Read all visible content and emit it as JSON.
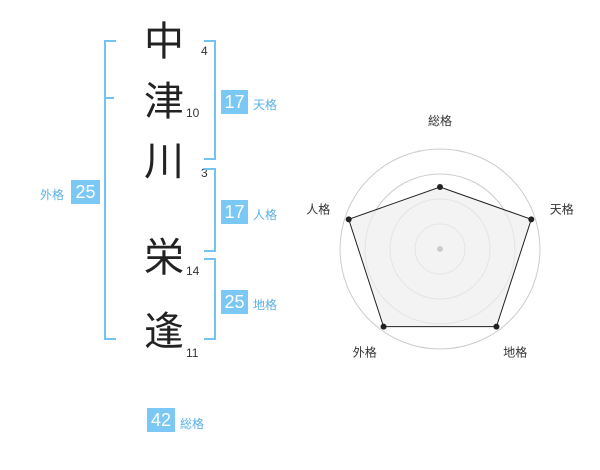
{
  "name_chars": [
    {
      "char": "中",
      "strokes": "4"
    },
    {
      "char": "津",
      "strokes": "10"
    },
    {
      "char": "川",
      "strokes": "3"
    },
    {
      "char": "栄",
      "strokes": "14"
    },
    {
      "char": "逢",
      "strokes": "11"
    }
  ],
  "fortune": {
    "tenkaku": {
      "label": "天格",
      "value": "17"
    },
    "jinkaku": {
      "label": "人格",
      "value": "17"
    },
    "chikaku": {
      "label": "地格",
      "value": "25"
    },
    "gaikaku": {
      "label": "外格",
      "value": "25"
    },
    "soukaku": {
      "label": "総格",
      "value": "42"
    }
  },
  "chart_data": {
    "type": "radar",
    "axes": [
      "総格",
      "天格",
      "地格",
      "外格",
      "人格"
    ],
    "values": [
      0.62,
      0.96,
      0.96,
      0.96,
      0.96
    ],
    "rings": 4,
    "colors": {
      "fill": "#eeeeee",
      "line": "#222222",
      "ring": "#cccccc",
      "point": "#222222"
    }
  },
  "colors": {
    "accent": "#7cc8f4",
    "bracket": "#74c2f0"
  }
}
